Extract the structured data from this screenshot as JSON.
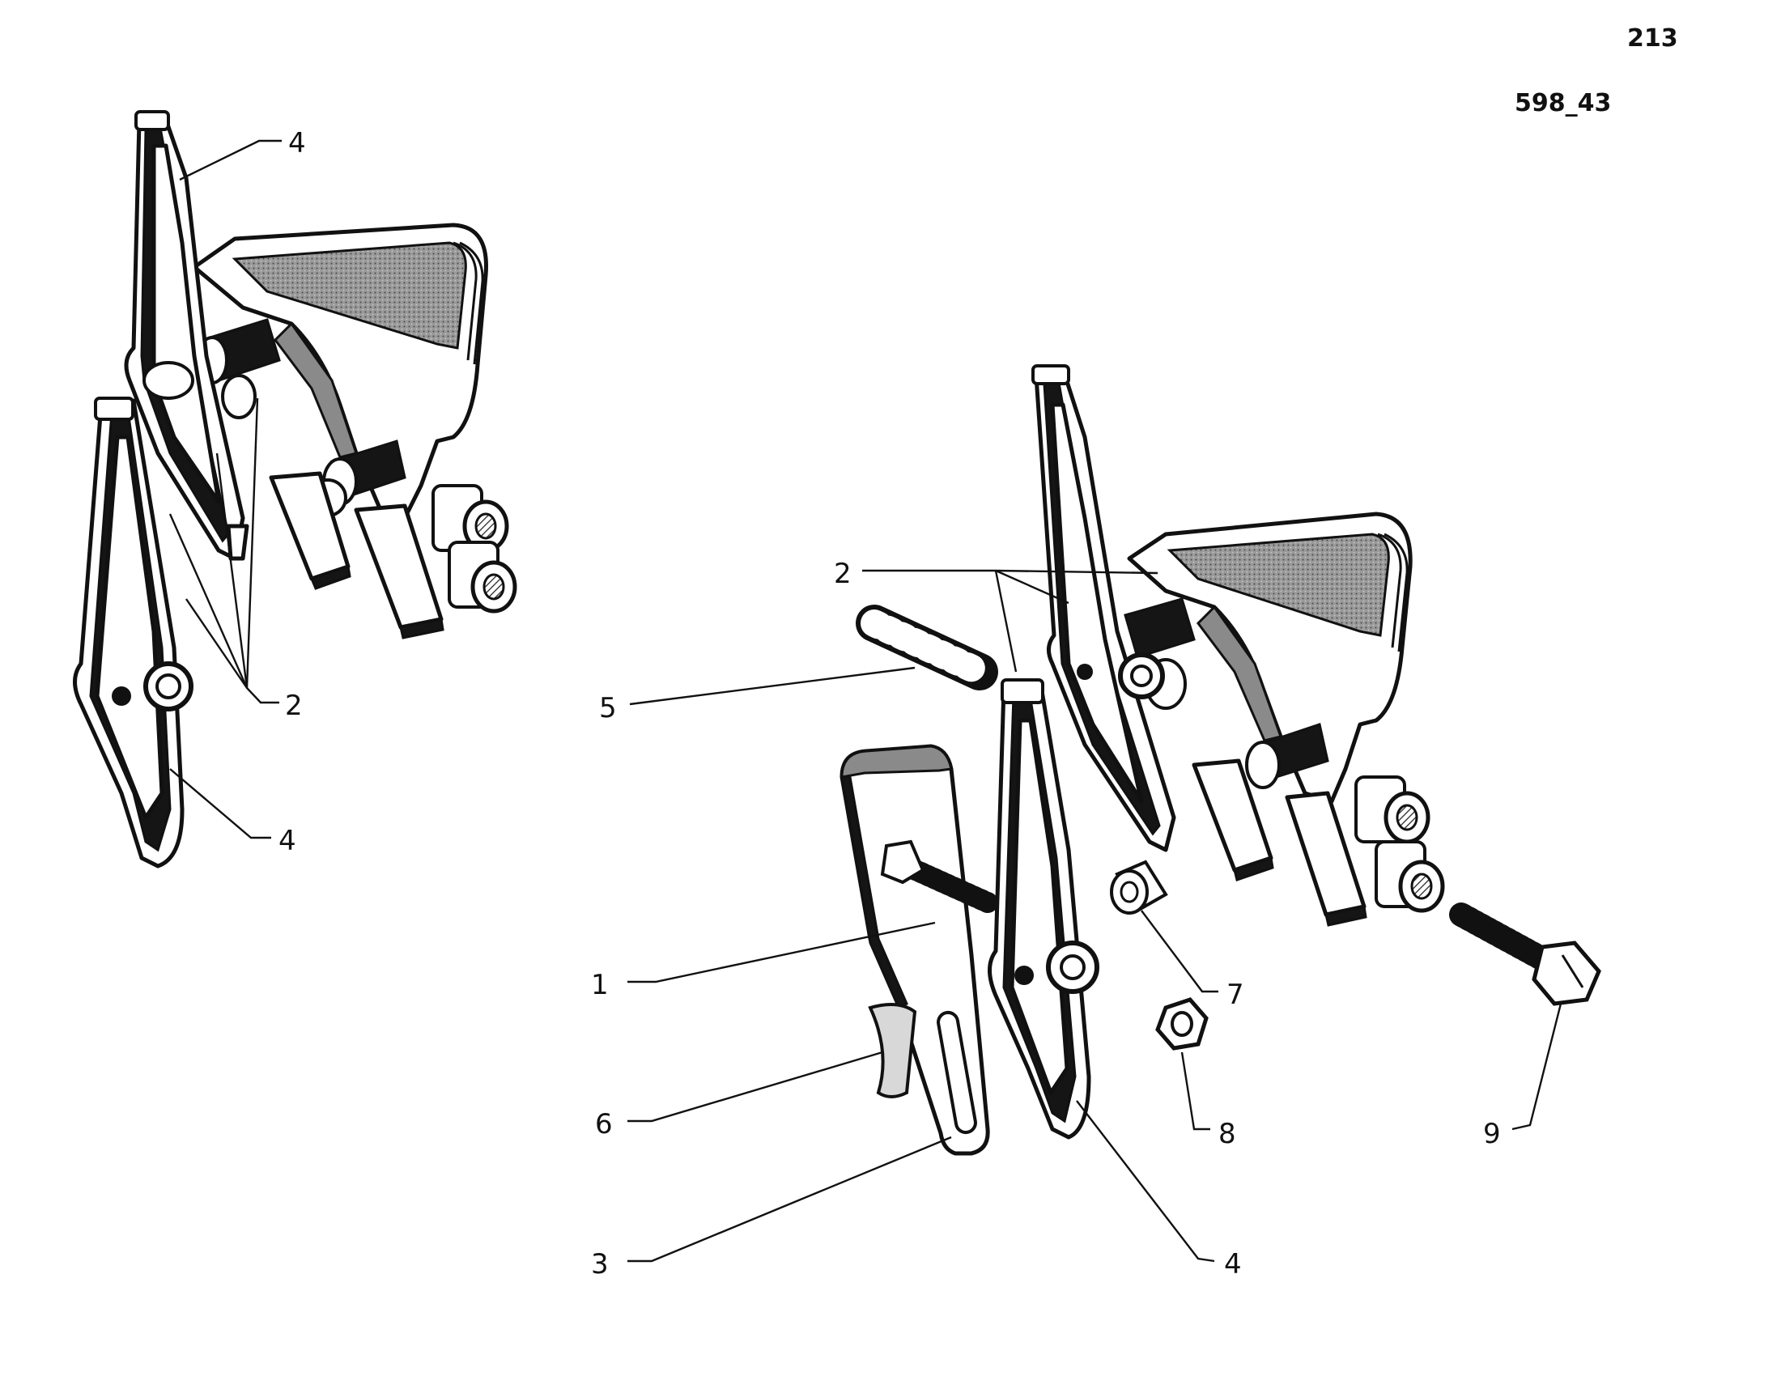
{
  "header": {
    "page_number": "213",
    "figure_code": "598_43"
  },
  "assembled_view": {
    "callouts": [
      {
        "number": "4"
      },
      {
        "number": "2"
      },
      {
        "number": "4"
      }
    ]
  },
  "exploded_view": {
    "callouts": [
      {
        "number": "2"
      },
      {
        "number": "5"
      },
      {
        "number": "1"
      },
      {
        "number": "7"
      },
      {
        "number": "6"
      },
      {
        "number": "8"
      },
      {
        "number": "9"
      },
      {
        "number": "3"
      },
      {
        "number": "4"
      }
    ]
  }
}
